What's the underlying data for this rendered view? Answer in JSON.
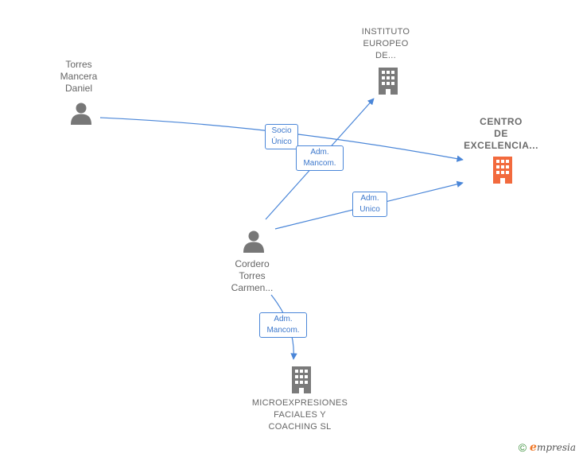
{
  "nodes": {
    "torres": {
      "label": "Torres\nMancera\nDaniel",
      "kind": "person"
    },
    "instituto": {
      "label": "INSTITUTO\nEUROPEO\nDE...",
      "kind": "company"
    },
    "centro": {
      "label": "CENTRO\nDE\nEXCELENCIA...",
      "kind": "company-focus"
    },
    "cordero": {
      "label": "Cordero\nTorres\nCarmen...",
      "kind": "person"
    },
    "micro": {
      "label": "MICROEXPRESIONES\nFACIALES Y\nCOACHING SL",
      "kind": "company"
    }
  },
  "edges": {
    "e1": {
      "line1": "Socio",
      "line2": "Único"
    },
    "e2": {
      "line1": "Adm.",
      "line2": "Mancom."
    },
    "e3": {
      "line1": "Adm.",
      "line2": "Unico"
    },
    "e4": {
      "line1": "Adm.",
      "line2": "Mancom."
    }
  },
  "footer": {
    "copyright": "©",
    "brand_initial": "e",
    "brand_rest": "mpresia"
  },
  "colors": {
    "edge": "#4a86d8",
    "person": "#777777",
    "company": "#7a7a7a",
    "focus": "#f26a3d"
  }
}
